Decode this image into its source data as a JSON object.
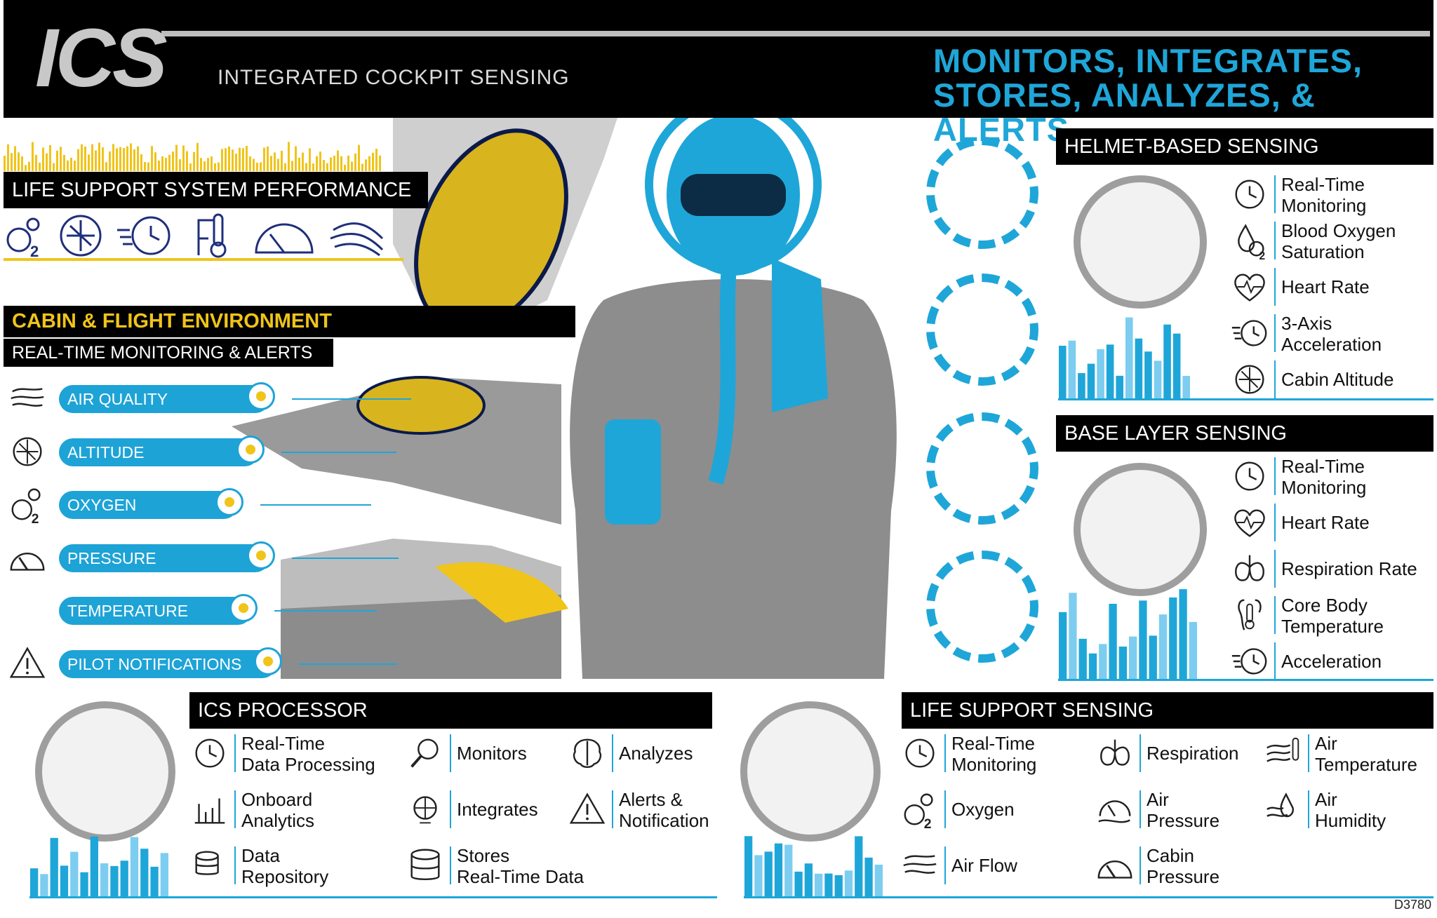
{
  "header": {
    "logo": "ICS",
    "subtitle": "INTEGRATED COCKPIT SENSING",
    "headline_line1": "MONITORS, INTEGRATES,",
    "headline_line2": "STORES, ANALYZES, & ALERTS"
  },
  "life_support_performance": {
    "title": "LIFE SUPPORT SYSTEM PERFORMANCE",
    "icons": [
      "oxygen-icon",
      "cabin-altitude-icon",
      "acceleration-icon",
      "temperature-icon",
      "pressure-gauge-icon",
      "air-flow-icon"
    ]
  },
  "cabin_env": {
    "title": "CABIN & FLIGHT ENVIRONMENT",
    "subtitle": "REAL-TIME MONITORING & ALERTS",
    "items": [
      {
        "label": "AIR QUALITY",
        "icon": "air-flow-icon"
      },
      {
        "label": "ALTITUDE",
        "icon": "altitude-icon"
      },
      {
        "label": "OXYGEN",
        "icon": "oxygen-icon"
      },
      {
        "label": "PRESSURE",
        "icon": "pressure-gauge-icon"
      },
      {
        "label": "TEMPERATURE",
        "icon": "temperature-icon"
      },
      {
        "label": "PILOT NOTIFICATIONS",
        "icon": "warning-icon"
      }
    ]
  },
  "helmet_sensing": {
    "title": "HELMET-BASED SENSING",
    "items": [
      {
        "l1": "Real-Time",
        "l2": "Monitoring",
        "icon": "clock-icon"
      },
      {
        "l1": "Blood Oxygen",
        "l2": "Saturation",
        "icon": "blood-oxygen-icon"
      },
      {
        "l1": "Heart Rate",
        "l2": "",
        "icon": "heart-rate-icon"
      },
      {
        "l1": "3-Axis",
        "l2": "Acceleration",
        "icon": "acceleration-icon"
      },
      {
        "l1": "Cabin Altitude",
        "l2": "",
        "icon": "cabin-altitude-icon"
      }
    ]
  },
  "base_layer": {
    "title": "BASE LAYER SENSING",
    "items": [
      {
        "l1": "Real-Time",
        "l2": "Monitoring",
        "icon": "clock-icon"
      },
      {
        "l1": "Heart Rate",
        "l2": "",
        "icon": "heart-rate-icon"
      },
      {
        "l1": "Respiration Rate",
        "l2": "",
        "icon": "lungs-icon"
      },
      {
        "l1": "Core Body",
        "l2": "Temperature",
        "icon": "body-temperature-icon"
      },
      {
        "l1": "Acceleration",
        "l2": "",
        "icon": "acceleration-icon"
      }
    ]
  },
  "ics_processor": {
    "title": "ICS PROCESSOR",
    "items": [
      {
        "l1": "Real-Time",
        "l2": "Data Processing",
        "icon": "clock-icon"
      },
      {
        "l1": "Monitors",
        "l2": "",
        "icon": "magnifier-icon"
      },
      {
        "l1": "Analyzes",
        "l2": "",
        "icon": "brain-icon"
      },
      {
        "l1": "Onboard",
        "l2": "Analytics",
        "icon": "bar-chart-icon"
      },
      {
        "l1": "Integrates",
        "l2": "",
        "icon": "integrates-icon"
      },
      {
        "l1": "Alerts &",
        "l2": "Notification",
        "icon": "warning-icon"
      },
      {
        "l1": "Data",
        "l2": "Repository",
        "icon": "coins-icon"
      },
      {
        "l1": "Stores",
        "l2": "Real-Time Data",
        "icon": "database-icon"
      }
    ]
  },
  "life_support_sensing": {
    "title": "LIFE SUPPORT SENSING",
    "items": [
      {
        "l1": "Real-Time",
        "l2": "Monitoring",
        "icon": "clock-icon"
      },
      {
        "l1": "Respiration",
        "l2": "",
        "icon": "lungs-icon"
      },
      {
        "l1": "Air",
        "l2": "Temperature",
        "icon": "air-temperature-icon"
      },
      {
        "l1": "Oxygen",
        "l2": "",
        "icon": "oxygen-icon"
      },
      {
        "l1": "Air",
        "l2": "Pressure",
        "icon": "air-pressure-icon"
      },
      {
        "l1": "Air",
        "l2": "Humidity",
        "icon": "humidity-icon"
      },
      {
        "l1": "Air Flow",
        "l2": "",
        "icon": "air-flow-icon"
      },
      {
        "l1": "Cabin",
        "l2": "Pressure",
        "icon": "pressure-gauge-icon"
      }
    ]
  },
  "doc_code": "D3780",
  "colors": {
    "accent_blue": "#1fa6d8",
    "accent_yellow": "#f0c419",
    "bar_black": "#000000",
    "gray": "#9e9e9e"
  }
}
